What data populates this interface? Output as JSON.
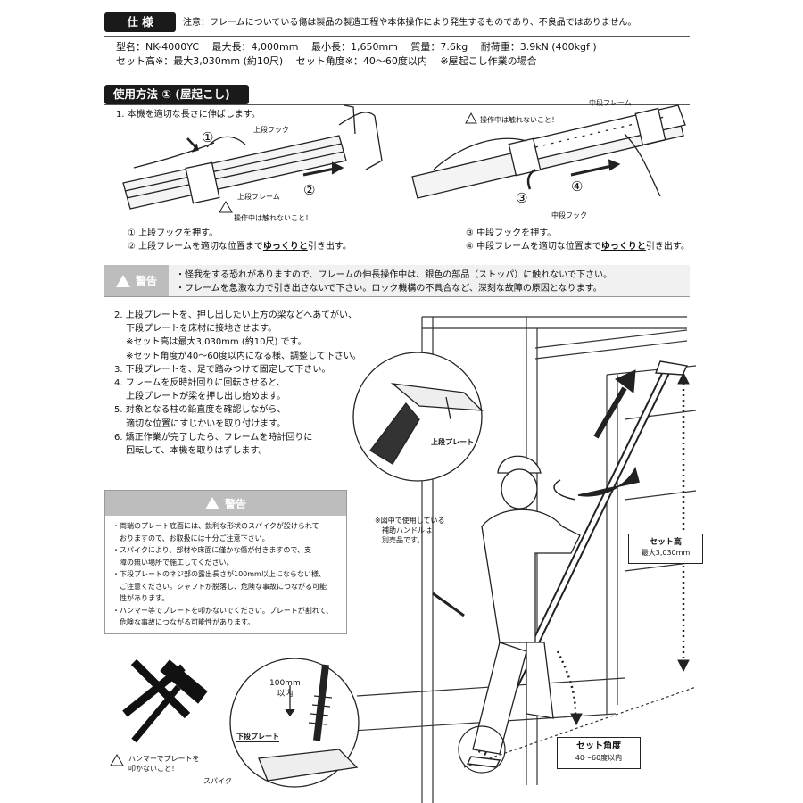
{
  "spec": {
    "title": "仕 様",
    "note": "注意：フレームについている傷は製品の製造工程や本体操作により発生するものであり、不良品ではありません。",
    "line1": "型名：NK-4000YC　 最大長：4,000mm　 最小長：1,650mm　 質量：7.6kg　 耐荷重：3.9kN (400kgf )",
    "line2": "セット高※：最大3,030mm (約10尺)　 セット角度※：40～60度以内　 ※屋起こし作業の場合"
  },
  "usage": {
    "title": "使用方法 ① (屋起こし)",
    "step1": "1. 本機を適切な長さに伸ばします。",
    "label_upper_hook": "上段フック",
    "label_upper_frame": "上段フレーム",
    "label_no_touch_1": "操作中は触れないこと！",
    "label_no_touch_2": "操作中は触れないこと！",
    "label_mid_frame": "中段フレーム",
    "label_mid_hook": "中段フック",
    "num1": "①",
    "num2": "②",
    "num3": "③",
    "num4": "④",
    "cap1a": "① 上段フックを押す。",
    "cap1b_pre": "② 上段フレームを適切な位置まで",
    "cap1b_u": "ゆっくりと",
    "cap1b_post": "引き出す。",
    "cap2a": "③ 中段フックを押す。",
    "cap2b_pre": "④ 中段フレームを適切な位置まで",
    "cap2b_u": "ゆっくりと",
    "cap2b_post": "引き出す。"
  },
  "warning1": {
    "label": "警告",
    "line1": "・怪我をする恐れがありますので、フレームの伸長操作中は、銀色の部品（ストッパ）に触れないで下さい。",
    "line2": "・フレームを急激な力で引き出さないで下さい。ロック機構の不具合など、深刻な故障の原因となります。"
  },
  "steps": [
    "2. 上段プレートを、押し出したい上方の梁などへあてがい、",
    "　 下段プレートを床材に接地させます。",
    "　 ※セット高は最大3,030mm (約10尺) です。",
    "　 ※セット角度が40～60度以内になる様、調整して下さい。",
    "3. 下段プレートを、足で踏みつけて固定して下さい。",
    "4. フレームを反時計回りに回転させると、",
    "　 上段プレートが梁を押し出し始めます。",
    "5. 対象となる柱の鉛直度を確認しながら、",
    "　 適切な位置にすじかいを取り付けます。",
    "6. 矯正作業が完了したら、フレームを時計回りに",
    "　 回転して、本機を取りはずします。"
  ],
  "warning2": {
    "label": "警告",
    "lines": [
      "・両端のプレート底面には、鋭利な形状のスパイクが設けられて",
      "　おりますので、お取扱には十分ご注意下さい。",
      "・スパイクにより、部材や床面に僅かな傷が付きますので、支",
      "　障の無い場所で施工してください。",
      "・下段プレートのネジ部の露出長さが100mm以上にならない様、",
      "　ご注意ください。シャフトが脱落し、危険な事故につながる可能",
      "　性があります。",
      "・ハンマー等でプレートを叩かないでください。プレートが割れて、",
      "　危険な事故につながる可能性があります。"
    ]
  },
  "figure": {
    "upper_plate": "上段プレート",
    "handle_note": [
      "※図中で使用している",
      "補助ハンドルは",
      "別売品です。"
    ],
    "set_height_title": "セット高",
    "set_height_value": "最大3,030mm",
    "set_angle_title": "セット角度",
    "set_angle_value": "40～60度以内",
    "len_100": "100mm",
    "len_within": "以内",
    "lower_plate": "下段プレート",
    "spike": "スパイク",
    "hammer_note": [
      "ハンマーでプレートを",
      "叩かないこと！"
    ]
  }
}
